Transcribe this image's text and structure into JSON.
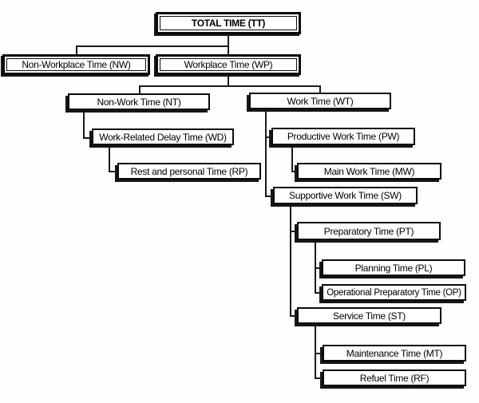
{
  "diagram": {
    "type": "hierarchy-tree",
    "colors": {
      "box_fill": "#ffffff",
      "box_border": "#0a0a0a",
      "connector_line": "#1b1b1b",
      "background": "#fefefe"
    },
    "nodes": {
      "tt": {
        "label": "TOTAL TIME (TT)",
        "code": "TT",
        "parent": null
      },
      "nw": {
        "label": "Non-Workplace Time (NW)",
        "code": "NW",
        "parent": "TT"
      },
      "wp": {
        "label": "Workplace Time (WP)",
        "code": "WP",
        "parent": "TT"
      },
      "nt": {
        "label": "Non-Work Time (NT)",
        "code": "NT",
        "parent": "WP"
      },
      "wt": {
        "label": "Work Time (WT)",
        "code": "WT",
        "parent": "WP"
      },
      "wd": {
        "label": "Work-Related Delay Time (WD)",
        "code": "WD",
        "parent": "NT"
      },
      "rp": {
        "label": "Rest and personal Time (RP)",
        "code": "RP",
        "parent": "WD"
      },
      "pw": {
        "label": "Productive Work Time (PW)",
        "code": "PW",
        "parent": "WT"
      },
      "mw": {
        "label": "Main Work Time (MW)",
        "code": "MW",
        "parent": "PW"
      },
      "sw": {
        "label": "Supportive Work Time (SW)",
        "code": "SW",
        "parent": "WT"
      },
      "pt": {
        "label": "Preparatory Time (PT)",
        "code": "PT",
        "parent": "SW"
      },
      "pl": {
        "label": "Planning Time (PL)",
        "code": "PL",
        "parent": "PT"
      },
      "op": {
        "label": "Operational Preparatory Time (OP)",
        "code": "OP",
        "parent": "PT"
      },
      "st": {
        "label": "Service Time (ST)",
        "code": "ST",
        "parent": "SW"
      },
      "mt": {
        "label": "Maintenance Time (MT)",
        "code": "MT",
        "parent": "ST"
      },
      "rf": {
        "label": "Refuel Time (RF)",
        "code": "RF",
        "parent": "ST"
      }
    }
  }
}
